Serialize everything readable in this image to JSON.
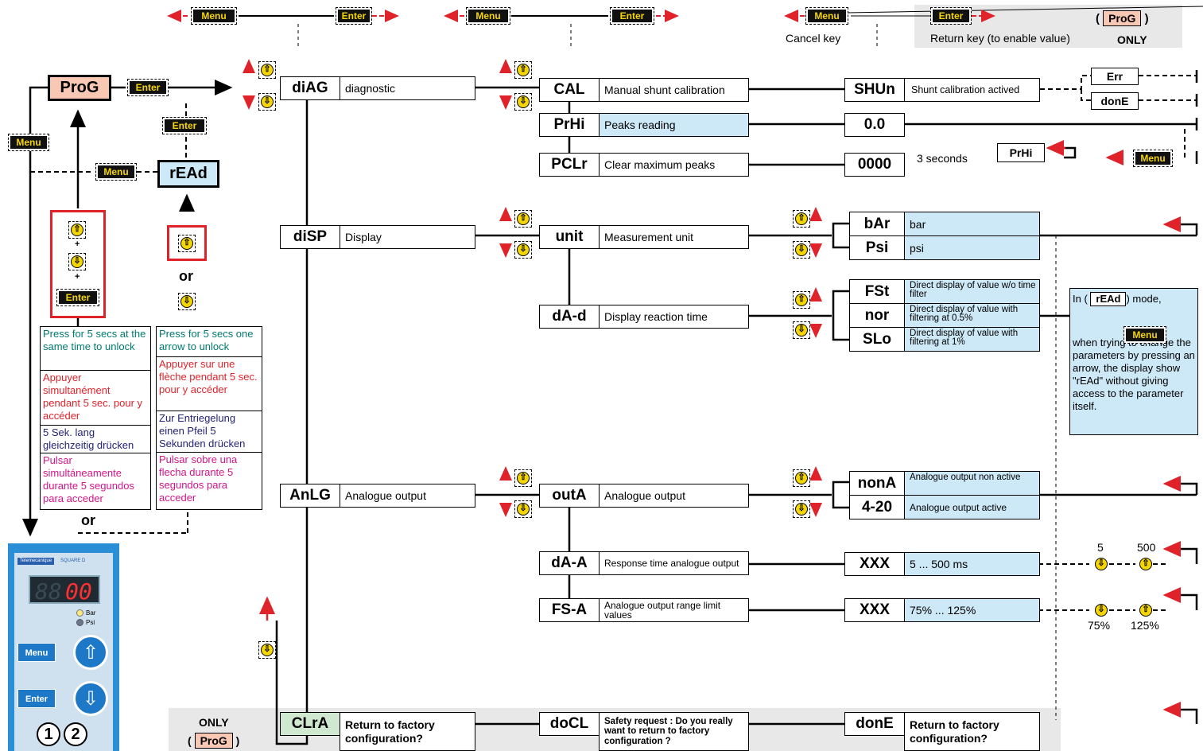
{
  "legend": {
    "menu": "Menu",
    "enter": "Enter",
    "cancel_key": "Cancel key",
    "return_key": "Return key (to enable value)",
    "prog": "ProG",
    "only": "ONLY"
  },
  "modes": {
    "prog": "ProG",
    "read": "rEAd",
    "or": "or",
    "notes_left": [
      "Press for 5 secs at the same time to unlock",
      "Appuyer simultanément pendant 5 sec. pour y accéder",
      "5 Sek. lang gleichzeitig drücken",
      "Pulsar simultáneamente durante 5 segundos para acceder"
    ],
    "notes_right": [
      "Press for 5 secs one arrow to unlock",
      "Appuyer sur une flèche pendant 5 sec. pour y accéder",
      "Zur Entriegelung einen Pfeil 5 Sekunden drücken",
      "Pulsar sobre una flecha durante 5 segundos para acceder"
    ]
  },
  "menus": [
    {
      "code": "diAG",
      "label": "diagnostic"
    },
    {
      "code": "diSP",
      "label": "Display"
    },
    {
      "code": "AnLG",
      "label": "Analogue output"
    },
    {
      "code": "CLrA",
      "label": "Return to factory configuration?"
    }
  ],
  "params": {
    "cal": {
      "code": "CAL",
      "label": "Manual shunt calibration",
      "value": "SHUn",
      "value_label": "Shunt calibration actived",
      "err": "Err",
      "done": "donE"
    },
    "prhi": {
      "code": "PrHi",
      "label": "Peaks reading",
      "value": "0.0"
    },
    "pclr": {
      "code": "PCLr",
      "label": "Clear maximum peaks",
      "value": "0000",
      "note": "3 seconds",
      "back": "PrHi"
    },
    "unit": {
      "code": "unit",
      "label": "Measurement unit",
      "opts": [
        {
          "code": "bAr",
          "label": "bar"
        },
        {
          "code": "Psi",
          "label": "psi"
        }
      ]
    },
    "dad": {
      "code": "dA-d",
      "label": "Display reaction time",
      "opts": [
        {
          "code": "FSt",
          "label": "Direct display of value w/o time filter"
        },
        {
          "code": "nor",
          "label": "Direct display of value with filtering at 0.5%"
        },
        {
          "code": "SLo",
          "label": "Direct display of value with filtering at 1%"
        }
      ]
    },
    "outa": {
      "code": "outA",
      "label": "Analogue output",
      "opts": [
        {
          "code": "nonA",
          "label": "Analogue output non active"
        },
        {
          "code": "4-20",
          "label": "Analogue output active"
        }
      ]
    },
    "daa": {
      "code": "dA-A",
      "label": "Response time analogue output",
      "value": "XXX",
      "value_label": "5 ... 500 ms",
      "min": "5",
      "max": "500"
    },
    "fsa": {
      "code": "FS-A",
      "label": "Analogue output range limit values",
      "value": "XXX",
      "value_label": "75% ... 125%",
      "min": "75%",
      "max": "125%"
    },
    "docl": {
      "code": "doCL",
      "label": "Safety request : Do you really want to return to factory configuration ?",
      "value": "donE",
      "value_label": "Return to factory configuration?"
    }
  },
  "read_note": {
    "in": "In (",
    "mode_name": "rEAd",
    "mode": ") mode,",
    "text": "when trying to change the parameters by pressing an arrow, the display show \"rEAd\" without giving access to the parameter itself."
  },
  "bottom_only": "ONLY",
  "device": {
    "brand1": "Telemecanique",
    "brand2": "SQUARE D",
    "display": "00",
    "bar": "Bar",
    "psi": "Psi",
    "menu": "Menu",
    "enter": "Enter",
    "n1": "1",
    "n2": "2"
  }
}
